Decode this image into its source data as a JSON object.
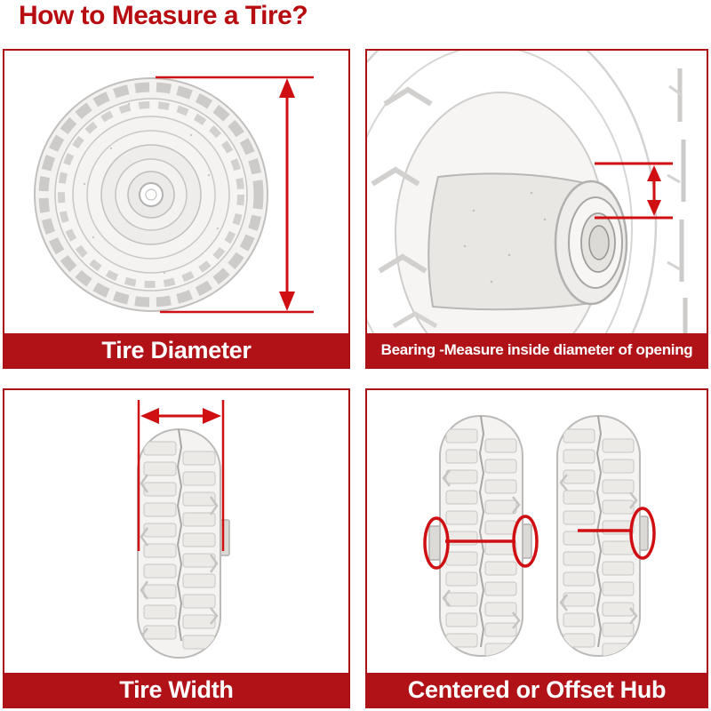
{
  "title": "How to Measure a Tire?",
  "colors": {
    "title_red": "#b70d11",
    "banner_red": "#b01217",
    "border_red": "#aa1216",
    "accent_red": "#cf0f12",
    "sketch_gray": "#c6c4c2",
    "sketch_fill": "#f3f2f0"
  },
  "panels": {
    "tire_diameter": {
      "caption": "Tire Diameter"
    },
    "bearing": {
      "caption": "Bearing -Measure inside diameter of opening"
    },
    "tire_width": {
      "caption": "Tire Width"
    },
    "hub": {
      "caption": "Centered or Offset Hub"
    }
  }
}
